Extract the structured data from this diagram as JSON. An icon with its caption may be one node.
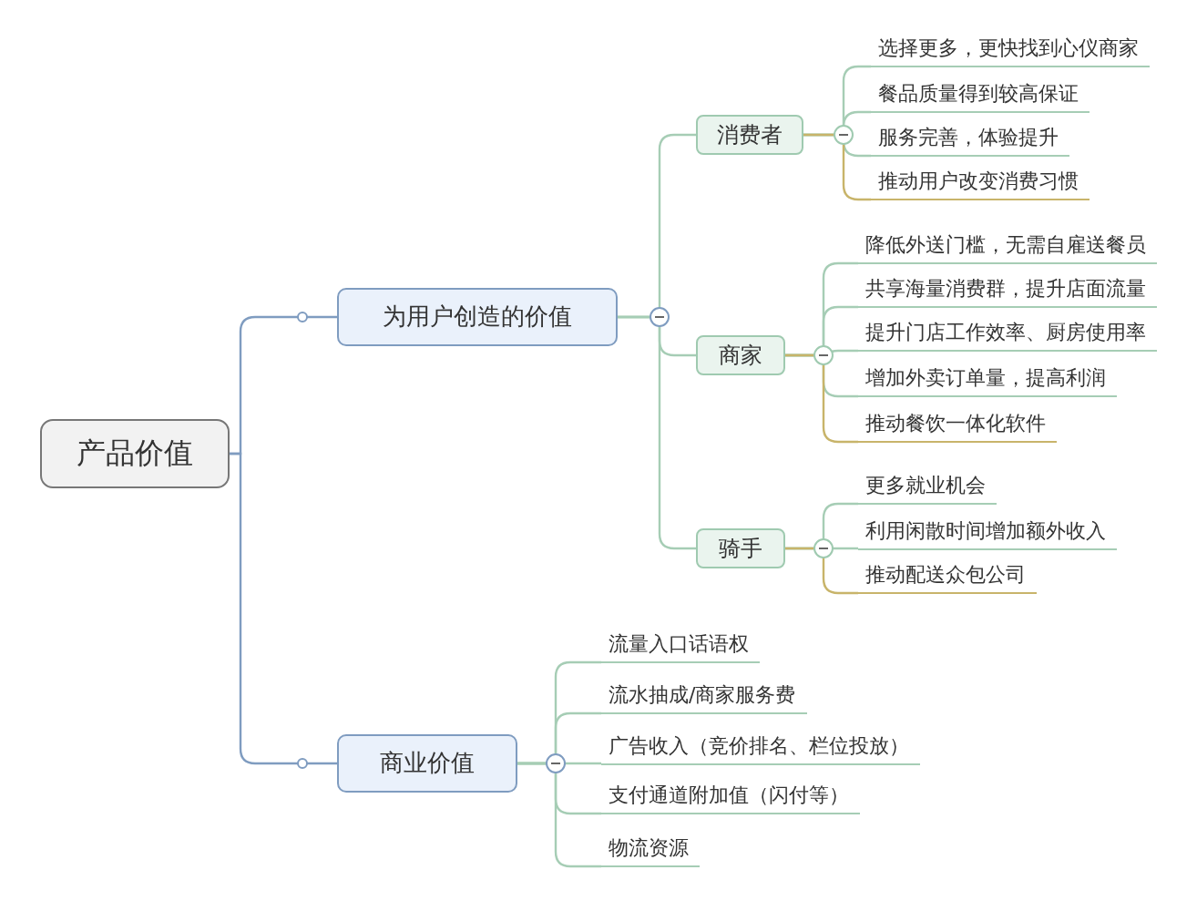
{
  "diagram": {
    "nodes": [
      {
        "text": [
          "产品价值"
        ]
      },
      {
        "text": [
          "为用户创造的价值"
        ]
      },
      {
        "text": [
          "商业价值"
        ]
      },
      {
        "text": [
          "消费者"
        ]
      },
      {
        "text": [
          "商家"
        ]
      },
      {
        "text": [
          "骑手"
        ]
      },
      {
        "text": [
          "选择更多，更快找到心仪商家"
        ]
      },
      {
        "text": [
          "餐品质量得到较高保证"
        ]
      },
      {
        "text": [
          "服务完善，体验提升"
        ]
      },
      {
        "text": [
          "推动用户改变消费习惯"
        ]
      },
      {
        "text": [
          "降低外送门槛，无需自雇送餐员"
        ]
      },
      {
        "text": [
          "共享海量消费群，提升店面流量"
        ]
      },
      {
        "text": [
          "提升门店工作效率、厨房使用率"
        ]
      },
      {
        "text": [
          "增加外卖订单量，提高利润"
        ]
      },
      {
        "text": [
          "推动餐饮一体化软件"
        ]
      },
      {
        "text": [
          "更多就业机会"
        ]
      },
      {
        "text": [
          "利用闲散时间增加额外收入"
        ]
      },
      {
        "text": [
          "推动配送众包公司"
        ]
      },
      {
        "text": [
          "流量入口话语权"
        ]
      },
      {
        "text": [
          "流水抽成/商家服务费"
        ]
      },
      {
        "text": [
          "广告收入（竞价排名、栏位投放）"
        ]
      },
      {
        "text": [
          "支付通道附加值（闪付等）"
        ]
      },
      {
        "text": [
          "物流资源"
        ]
      }
    ],
    "edges": [
      {
        "from": 0,
        "to": 1,
        "arrow": "none",
        "color": "#7f9cc0"
      },
      {
        "from": 0,
        "to": 2,
        "arrow": "none",
        "color": "#7f9cc0"
      },
      {
        "from": 1,
        "to": 3,
        "arrow": "none"
      },
      {
        "from": 1,
        "to": 4,
        "arrow": "none"
      },
      {
        "from": 1,
        "to": 5,
        "arrow": "none"
      },
      {
        "from": 3,
        "to": 6,
        "arrow": "none"
      },
      {
        "from": 3,
        "to": 7,
        "arrow": "none"
      },
      {
        "from": 3,
        "to": 8,
        "arrow": "none"
      },
      {
        "from": 3,
        "to": 9,
        "arrow": "none",
        "color": "#c8b46a"
      },
      {
        "from": 4,
        "to": 10,
        "arrow": "none"
      },
      {
        "from": 4,
        "to": 11,
        "arrow": "none"
      },
      {
        "from": 4,
        "to": 12,
        "arrow": "none"
      },
      {
        "from": 4,
        "to": 13,
        "arrow": "none"
      },
      {
        "from": 4,
        "to": 14,
        "arrow": "none",
        "color": "#c8b46a"
      },
      {
        "from": 5,
        "to": 15,
        "arrow": "none"
      },
      {
        "from": 5,
        "to": 16,
        "arrow": "none"
      },
      {
        "from": 5,
        "to": 17,
        "arrow": "none",
        "color": "#c8b46a"
      },
      {
        "from": 2,
        "to": 18,
        "arrow": "none"
      },
      {
        "from": 2,
        "to": 19,
        "arrow": "none"
      },
      {
        "from": 2,
        "to": 20,
        "arrow": "none"
      },
      {
        "from": 2,
        "to": 21,
        "arrow": "none"
      },
      {
        "from": 2,
        "to": 22,
        "arrow": "none"
      }
    ]
  }
}
